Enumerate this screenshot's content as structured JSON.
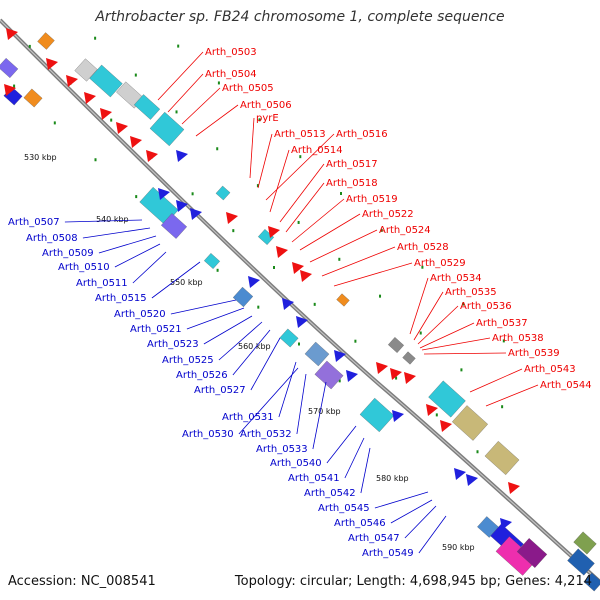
{
  "title": "Arthrobacter sp. FB24 chromosome 1, complete sequence",
  "footer": {
    "accession": "Accession: NC_008541",
    "summary": "Topology: circular; Length: 4,698,945 bp; Genes: 4,214"
  },
  "colors": {
    "forward_label": "#ee0000",
    "reverse_label": "#0000cc",
    "backbone": "#8c8c8c",
    "tick": "#1a8a1a"
  },
  "kbp_ticks": [
    "530 kbp",
    "540 kbp",
    "550 kbp",
    "560 kbp",
    "570 kbp",
    "580 kbp",
    "590 kbp"
  ],
  "forward_genes": [
    "Arth_0503",
    "Arth_0504",
    "Arth_0505",
    "Arth_0506",
    "pyrE",
    "Arth_0513",
    "Arth_0516",
    "Arth_0514",
    "Arth_0517",
    "Arth_0518",
    "Arth_0519",
    "Arth_0522",
    "Arth_0524",
    "Arth_0528",
    "Arth_0529",
    "Arth_0534",
    "Arth_0535",
    "Arth_0536",
    "Arth_0537",
    "Arth_0538",
    "Arth_0539",
    "Arth_0543",
    "Arth_0544"
  ],
  "reverse_genes": [
    "Arth_0507",
    "Arth_0508",
    "Arth_0509",
    "Arth_0510",
    "Arth_0511",
    "Arth_0515",
    "Arth_0520",
    "Arth_0521",
    "Arth_0523",
    "Arth_0525",
    "Arth_0526",
    "Arth_0527",
    "Arth_0531",
    "Arth_0530",
    "Arth_0532",
    "Arth_0533",
    "Arth_0540",
    "Arth_0541",
    "Arth_0542",
    "Arth_0545",
    "Arth_0546",
    "Arth_0547",
    "Arth_0549"
  ]
}
